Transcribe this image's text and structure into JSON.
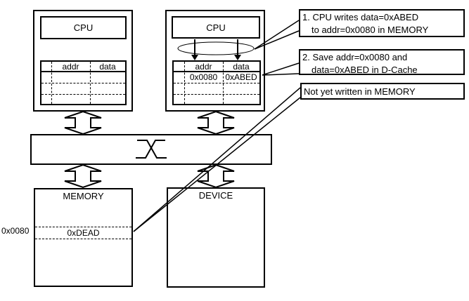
{
  "diagram": {
    "cpu_left": {
      "label": "CPU",
      "cache": {
        "headers": [
          "addr",
          "data"
        ],
        "rows": [
          [
            "",
            ""
          ],
          [
            "",
            ""
          ],
          [
            "",
            ""
          ]
        ]
      }
    },
    "cpu_right": {
      "label": "CPU",
      "cache": {
        "headers": [
          "addr",
          "data"
        ],
        "rows": [
          [
            "0x0080",
            "0xABED"
          ],
          [
            "",
            ""
          ],
          [
            "",
            ""
          ]
        ]
      }
    },
    "bus": {
      "symbol": "crossbar-x"
    },
    "memory": {
      "label": "MEMORY",
      "highlight_addr": "0x0080",
      "highlight_value": "0xDEAD"
    },
    "device": {
      "label": "DEVICE"
    },
    "annotations": {
      "note1": {
        "line1": "1. CPU writes data=0xABED",
        "line2": "to addr=0x0080 in MEMORY"
      },
      "note2": {
        "line1": "2. Save addr=0x0080 and",
        "line2": "data=0xABED in D-Cache"
      },
      "note3": {
        "line1": "Not yet written in MEMORY"
      }
    },
    "colors": {
      "ink": "#000000",
      "background": "#ffffff"
    }
  }
}
